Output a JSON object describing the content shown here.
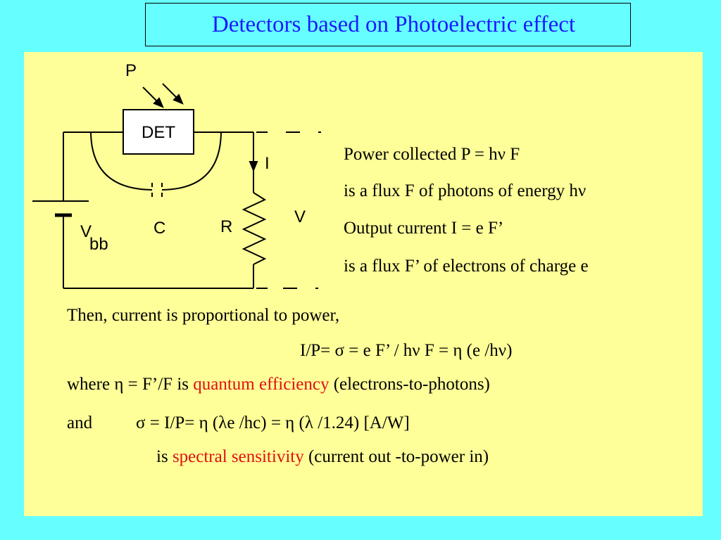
{
  "slide": {
    "title": "Detectors based on Photoelectric effect"
  },
  "circuit": {
    "power_label": "P",
    "detector_label": "DET",
    "current_label": "I",
    "voltage_label": "V",
    "capacitor_label": "C",
    "resistor_label": "R",
    "bias_label_main": "V",
    "bias_label_sub": "bb"
  },
  "side_text": {
    "line1": "Power collected P = hν F",
    "line2": "is a flux F of photons of energy hν",
    "line3": "Output current I = e F’",
    "line4": "is  a flux F’ of electrons of charge e"
  },
  "body_text": {
    "line1": "Then, current is proportional to power,",
    "line2": "I/P= σ = e F’ / hν F = η (e /hν)",
    "line3_pre": "where η = F’/F is ",
    "line3_red": "quantum efficiency",
    "line3_post": " (electrons-to-photons)",
    "line4_and": "and",
    "line4_eq": "σ = I/P= η (λe /hc) = η (λ /1.24)  [A/W]",
    "line5_pre": "is  ",
    "line5_red": "spectral sensitivity",
    "line5_post": " (current out -to-power in)"
  },
  "colors": {
    "background": "#66FFFF",
    "panel": "#FFFF99",
    "title": "#1a1aff",
    "highlight": "#e01010"
  }
}
